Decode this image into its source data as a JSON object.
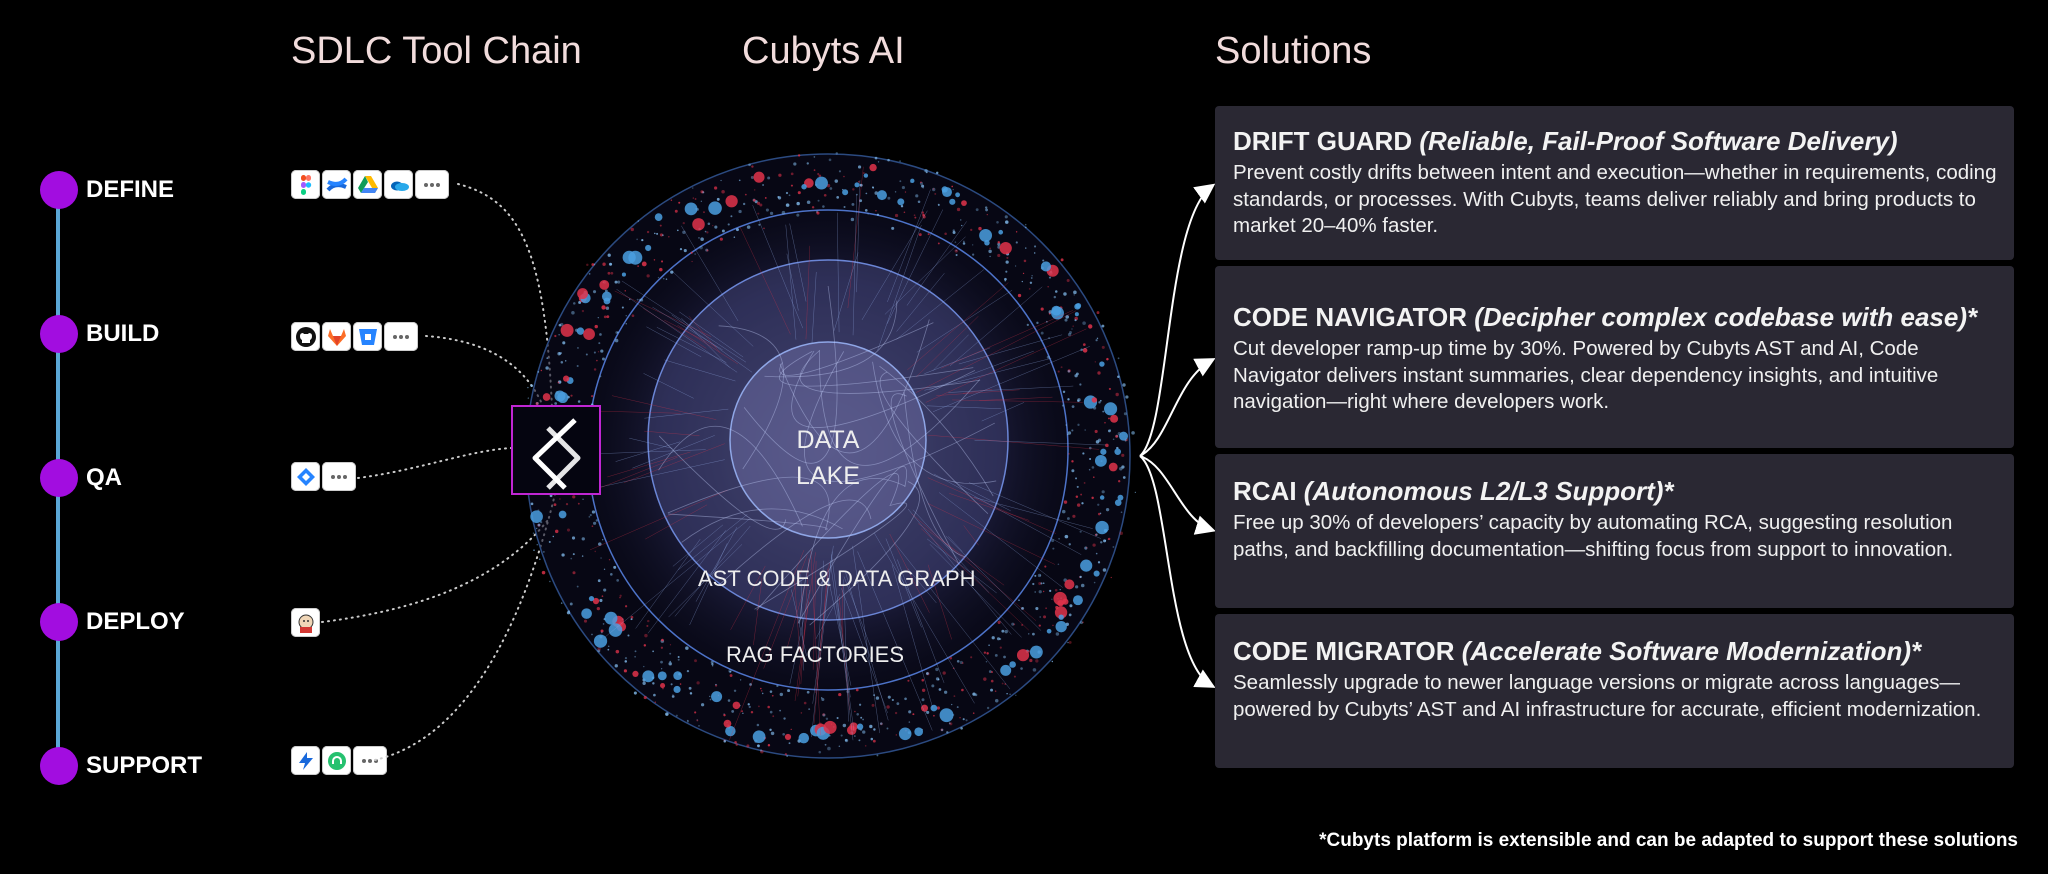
{
  "headings": {
    "toolchain": "SDLC Tool Chain",
    "ai": "Cubyts AI",
    "solutions": "Solutions"
  },
  "stages": [
    {
      "label": "DEFINE",
      "tools": [
        "figma-icon",
        "confluence-icon",
        "google-drive-icon",
        "onedrive-icon",
        "more-icon"
      ]
    },
    {
      "label": "BUILD",
      "tools": [
        "github-icon",
        "gitlab-icon",
        "bitbucket-icon",
        "more-icon"
      ]
    },
    {
      "label": "QA",
      "tools": [
        "jira-icon",
        "more-icon"
      ]
    },
    {
      "label": "DEPLOY",
      "tools": [
        "jenkins-icon"
      ]
    },
    {
      "label": "SUPPORT",
      "tools": [
        "jira-service-management-icon",
        "freshdesk-icon",
        "more-icon"
      ]
    }
  ],
  "ai_layers": {
    "core": "DATA\nLAKE",
    "core_line1": "DATA",
    "core_line2": "LAKE",
    "middle": "AST CODE & DATA GRAPH",
    "outer": "RAG FACTORIES"
  },
  "solutions": [
    {
      "name": "DRIFT GUARD",
      "tagline": "(Reliable, Fail-Proof Software Delivery)",
      "description": "Prevent costly drifts between intent and execution—whether in requirements, coding standards, or processes. With Cubyts, teams deliver reliably and bring products to market 20–40% faster."
    },
    {
      "name": "CODE NAVIGATOR",
      "tagline": "(Decipher complex codebase with ease)*",
      "description": "Cut developer ramp-up time by 30%. Powered by Cubyts AST and AI, Code Navigator delivers instant summaries, clear dependency insights, and intuitive navigation—right where developers work."
    },
    {
      "name": "RCAI",
      "tagline": "(Autonomous L2/L3 Support)*",
      "description": "Free up 30% of developers’ capacity by automating RCA, suggesting resolution paths, and backfilling documentation—shifting focus from support to innovation."
    },
    {
      "name": "CODE MIGRATOR",
      "tagline": "(Accelerate Software Modernization)*",
      "description": "Seamlessly upgrade to newer language versions or migrate across languages—powered by Cubyts’ AST and AI infrastructure for accurate, efficient modernization."
    }
  ],
  "footnote": "*Cubyts platform is extensible and can be adapted to support these solutions",
  "colors": {
    "stage_dot": "#a20de0",
    "timeline": "#5aa7d6",
    "card_bg": "#2a2833",
    "logo_border": "#c026d3",
    "particle_blue": "#4a9fe0",
    "particle_red": "#e0324a"
  }
}
